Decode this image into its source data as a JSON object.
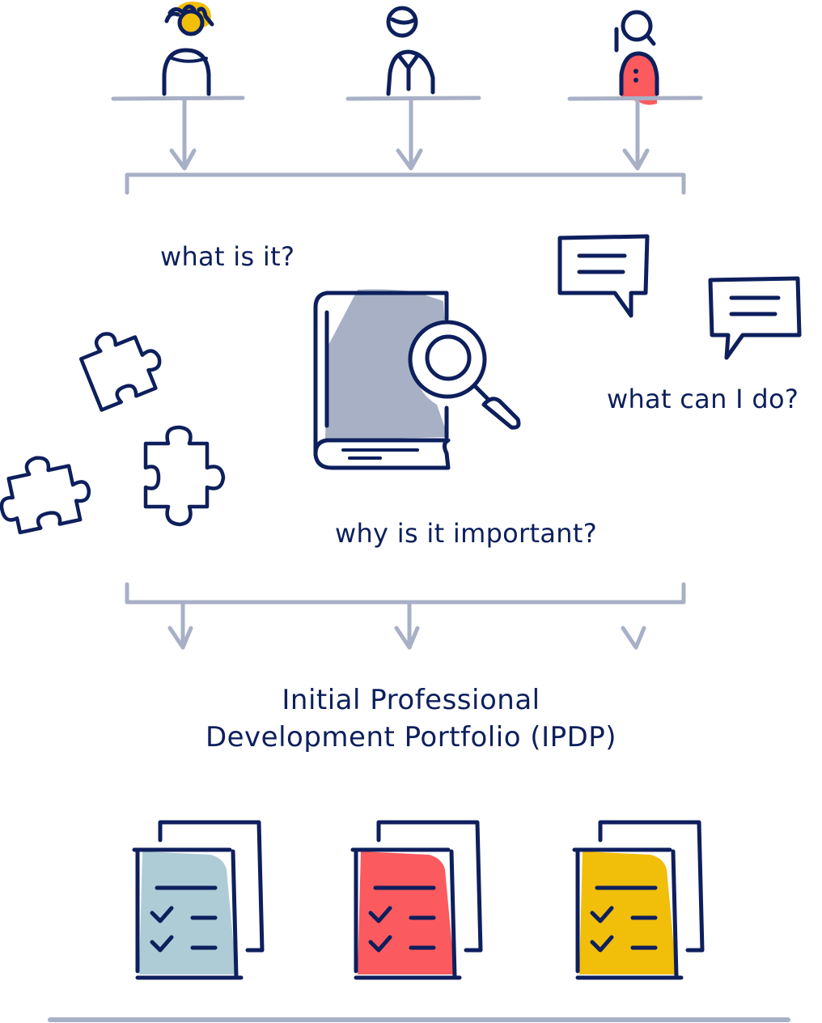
{
  "colors": {
    "ink": "#0d1f5c",
    "connector": "#a8b0c6",
    "book_fill": "#a8b0c6",
    "yellow": "#f1be0a",
    "red": "#fb5a5f",
    "light_blue": "#adccd6"
  },
  "people": [
    {
      "name": "person-curly-hair",
      "accent": "yellow"
    },
    {
      "name": "person-with-tie",
      "accent": "none"
    },
    {
      "name": "person-long-hair",
      "accent": "red"
    }
  ],
  "questions": {
    "what_is_it": "what is it?",
    "what_can_i_do": "what can I do?",
    "why_important": "why is it important?"
  },
  "icons": [
    "book-icon",
    "magnifier-icon",
    "speech-bubble-icon",
    "speech-bubble-icon",
    "puzzle-piece-icon",
    "puzzle-piece-icon",
    "puzzle-piece-icon"
  ],
  "title": {
    "line1": "Initial Professional",
    "line2": "Development Portfolio (IPDP)"
  },
  "documents": [
    {
      "name": "document-light-blue",
      "fill": "light_blue"
    },
    {
      "name": "document-red",
      "fill": "red"
    },
    {
      "name": "document-yellow",
      "fill": "yellow"
    }
  ]
}
